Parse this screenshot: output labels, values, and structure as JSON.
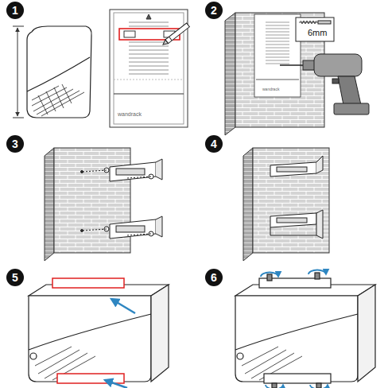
{
  "diagram": {
    "nodes": [
      {
        "text": [
          "1"
        ]
      },
      {
        "text": [
          "2"
        ]
      },
      {
        "text": [
          "3"
        ]
      },
      {
        "text": [
          "4"
        ]
      },
      {
        "text": [
          "5"
        ]
      },
      {
        "text": [
          "6"
        ]
      }
    ],
    "labels": [
      "wandrack",
      "wandrack",
      "6mm"
    ]
  }
}
